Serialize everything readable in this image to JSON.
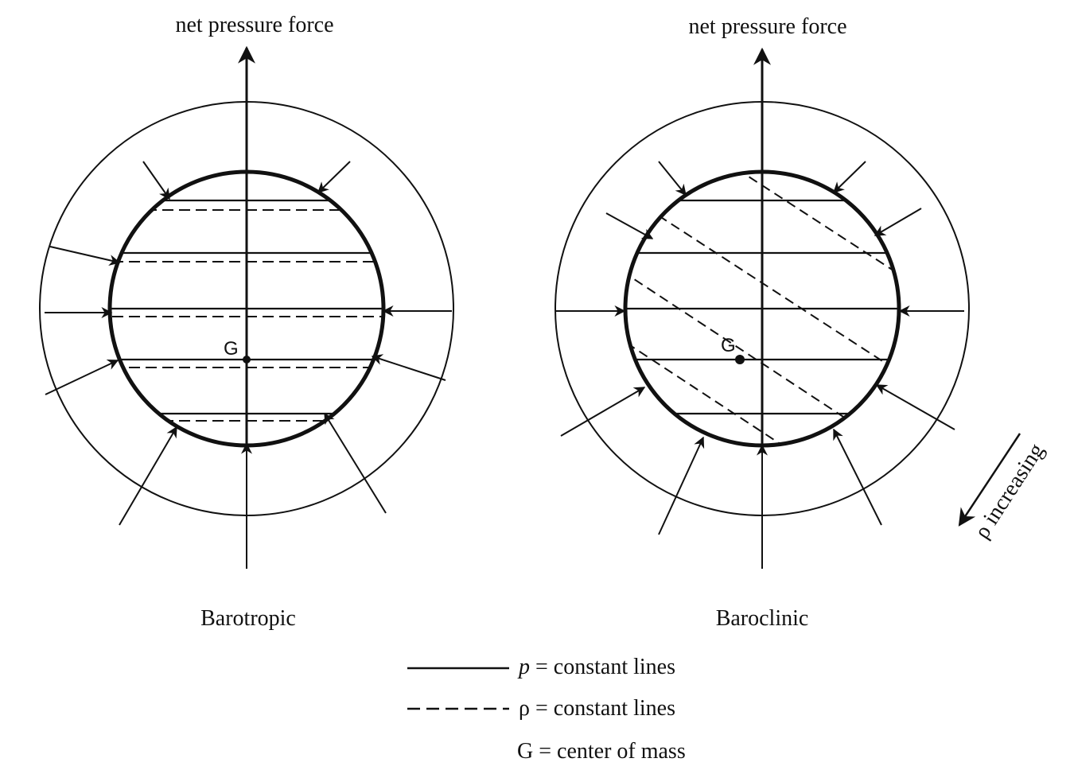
{
  "labels": {
    "left_force": "net pressure force",
    "right_force": "net pressure force",
    "left_caption": "Barotropic",
    "right_caption": "Baroclinic",
    "left_center": "G",
    "right_center": "G",
    "rho_increasing": "ρ increasing"
  },
  "legend": {
    "solid_symbol": "p",
    "solid_text": " = constant lines",
    "dashed_symbol": "ρ",
    "dashed_text": " = constant lines",
    "center_text": "G = center of mass"
  },
  "colors": {
    "ink": "#111111",
    "background": "#ffffff"
  }
}
